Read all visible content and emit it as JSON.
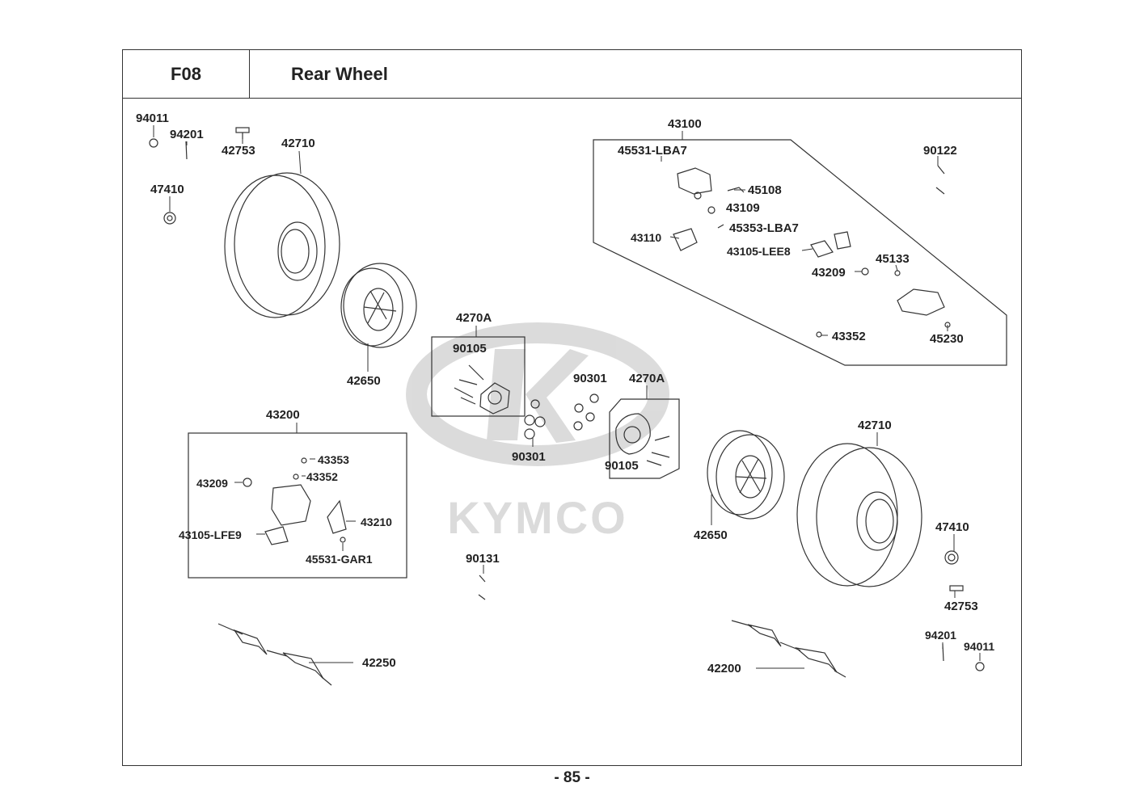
{
  "header": {
    "code": "F08",
    "title": "Rear Wheel"
  },
  "page_number": "- 85 -",
  "watermark": {
    "brand": "KYMCO"
  },
  "groups": {
    "brake_front_assy": "43100",
    "brake_left_assy": "43200",
    "hub_left": "4270A",
    "hub_right": "4270A"
  },
  "parts": {
    "nut_94011_a": "94011",
    "pin_94201_a": "94201",
    "valve_42753_a": "42753",
    "tire_42710_a": "42710",
    "cap_47410_a": "47410",
    "rim_42650_a": "42650",
    "bolt_90105_a": "90105",
    "washer_90301_a": "90301",
    "washer_90301_b": "90301",
    "bolt_90105_b": "90105",
    "rim_42650_b": "42650",
    "tire_42710_b": "42710",
    "cap_47410_b": "47410",
    "valve_42753_b": "42753",
    "pin_94201_b": "94201",
    "nut_94011_b": "94011",
    "bolt_90131": "90131",
    "shaft_42250": "42250",
    "shaft_42200": "42200",
    "bolt_90122": "90122",
    "kit_45531_lba7": "45531-LBA7",
    "part_45108": "45108",
    "part_43109": "43109",
    "part_45353_lba7": "45353-LBA7",
    "bracket_43110": "43110",
    "pad_43105_lee8": "43105-LEE8",
    "ring_43209_a": "43209",
    "part_45133": "45133",
    "part_43352_a": "43352",
    "part_45230": "45230",
    "part_43353": "43353",
    "part_43352_b": "43352",
    "ring_43209_b": "43209",
    "bracket_43210": "43210",
    "pad_43105_lfe9": "43105-LFE9",
    "kit_45531_gar1": "45531-GAR1"
  }
}
